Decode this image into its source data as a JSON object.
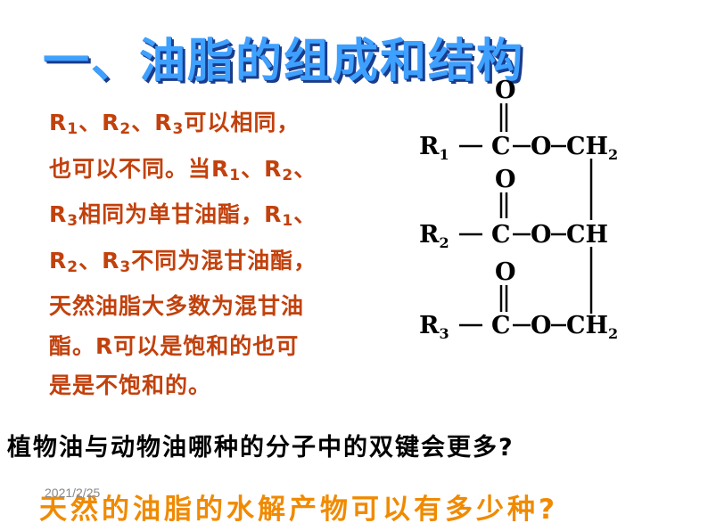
{
  "title": "一、油脂的组成和结构",
  "paragraph": {
    "line1": {
      "a": "R",
      "s1": "1",
      "b": "、R",
      "s2": "2",
      "c": "、R",
      "s3": "3",
      "d": "可以相同，"
    },
    "line2": {
      "a": "也可以不同。当R",
      "s1": "1",
      "b": "、R",
      "s2": "2",
      "c": "、"
    },
    "line3": {
      "a": "R",
      "s1": "3",
      "b": "相同为单甘油酯，R",
      "s2": "1",
      "c": "、"
    },
    "line4": {
      "a": "R",
      "s1": "2",
      "b": "、R",
      "s2": "3",
      "c": "不同为混甘油酯，"
    },
    "line5": "天然油脂大多数为混甘油",
    "line6": "酯。R可以是饱和的也可",
    "line7": "是是不饱和的。"
  },
  "formula": {
    "o_label": "O",
    "c_label": "C",
    "o2_label": "O",
    "r1": "R",
    "r1_sub": "1",
    "r2": "R",
    "r2_sub": "2",
    "r3": "R",
    "r3_sub": "3",
    "ch2": "CH",
    "ch2_sub": "2",
    "ch": "CH"
  },
  "question1": "植物油与动物油哪种的分子中的双键会更多?",
  "question2": "天然的油脂的水解产物可以有多少种?",
  "date": "2021/2/25"
}
